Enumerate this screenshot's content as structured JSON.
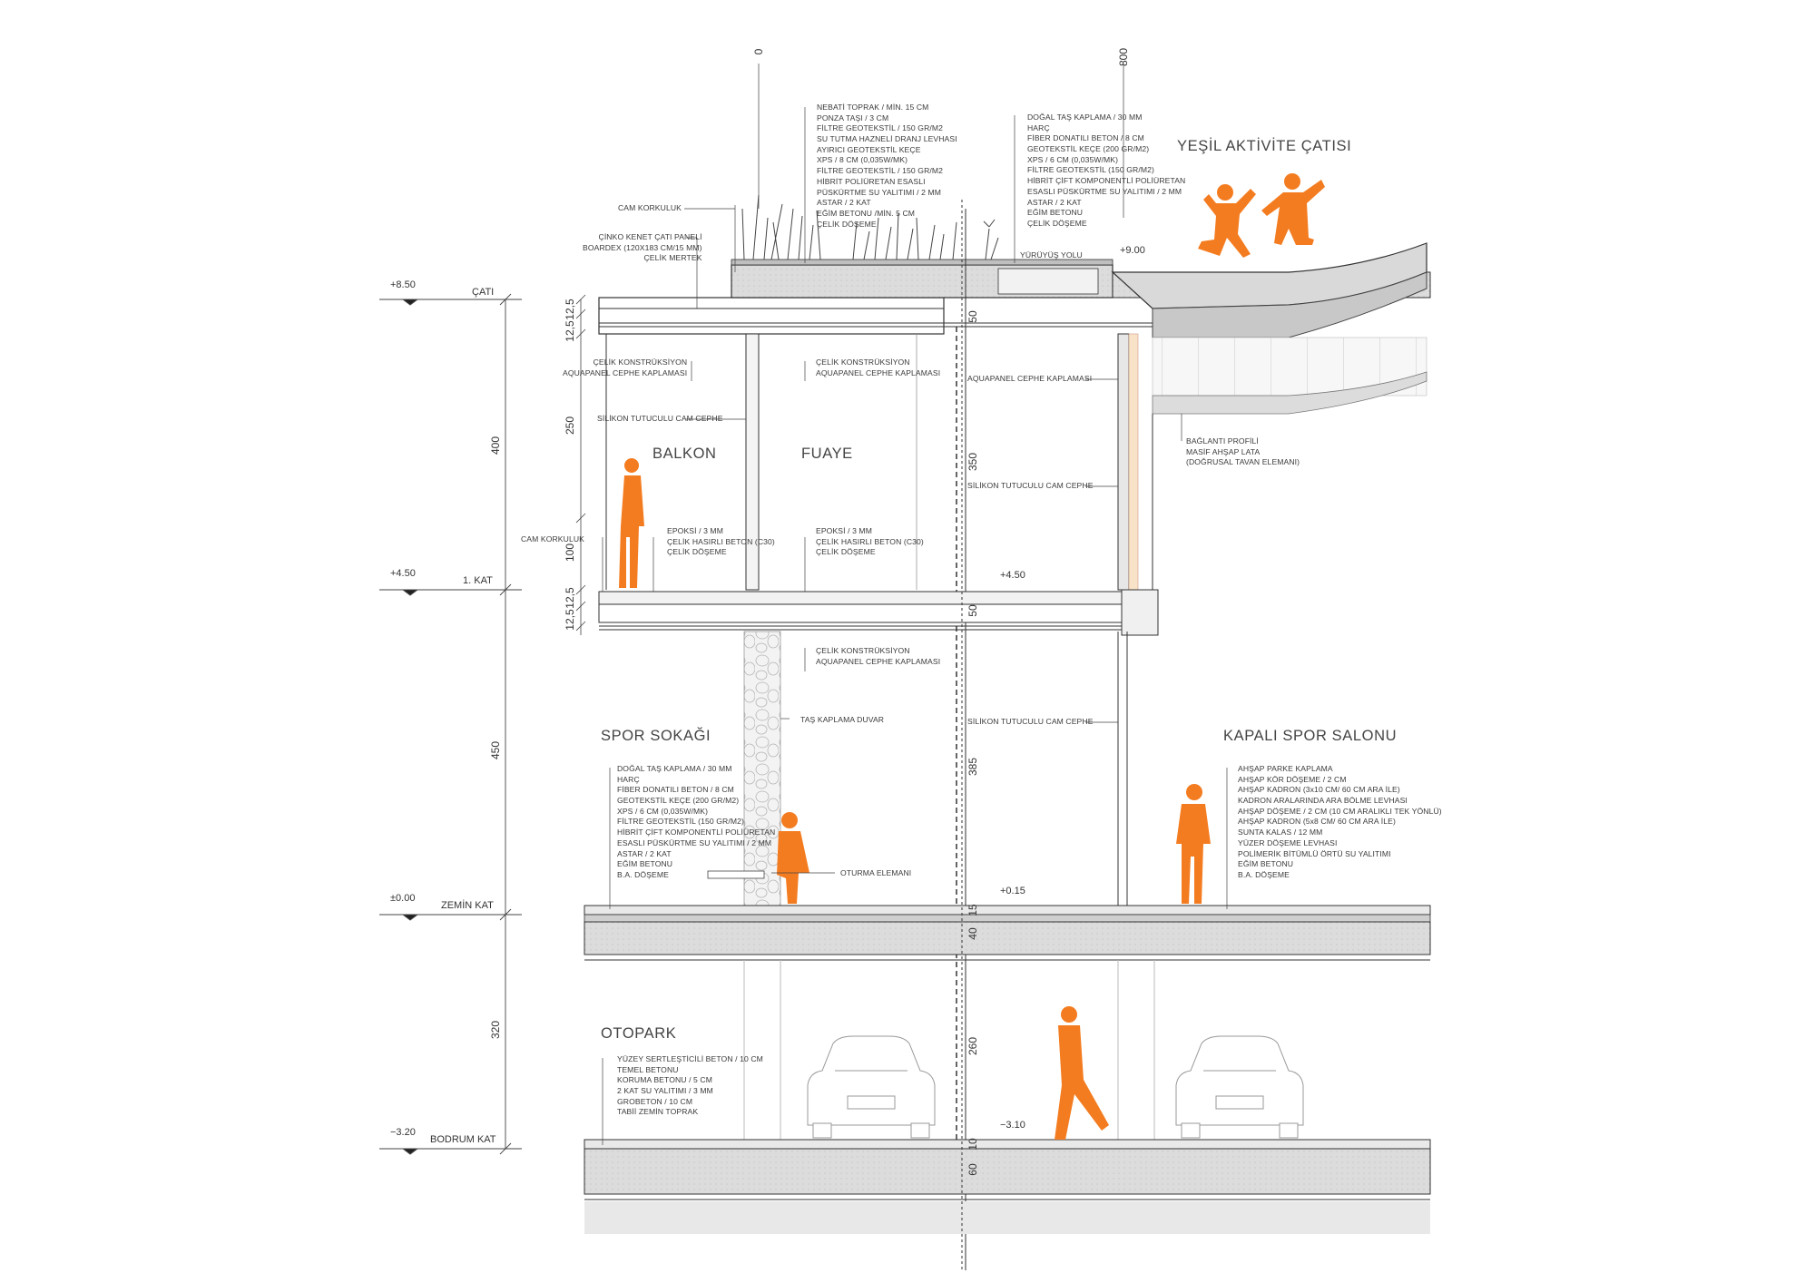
{
  "title_roof_activity": "YEŞİL AKTİVİTE ÇATISI",
  "rooms": {
    "balkon": "BALKON",
    "fuaye": "FUAYE",
    "spor_sokagi": "SPOR SOKAĞI",
    "kapali_spor_salonu": "KAPALI SPOR  SALONU",
    "otopark": "OTOPARK"
  },
  "levels": {
    "cati_value": "+8.50",
    "cati_name": "ÇATI",
    "kat1_value": "+4.50",
    "kat1_name": "1. KAT",
    "zemin_value": "±0.00",
    "zemin_name": "ZEMİN KAT",
    "bodrum_value": "−3.20",
    "bodrum_name": "BODRUM KAT"
  },
  "spot_levels": {
    "roof_walk": "+9.00",
    "floor1": "+4.50",
    "ground": "+0.15",
    "parking": "−3.10"
  },
  "grid_axes": {
    "axis_left": "0",
    "axis_right": "800"
  },
  "dimensions": {
    "overall": [
      "400",
      "450",
      "320"
    ],
    "left_stack": [
      "12,5",
      "12,5",
      "250",
      "100",
      "12,5",
      "12,5"
    ],
    "center_stack": [
      "50",
      "350",
      "50",
      "385",
      "15",
      "40",
      "260",
      "10",
      "60"
    ]
  },
  "notes": {
    "roof_green_layers": [
      "NEBATİ TOPRAK / MİN. 15 CM",
      "PONZA TAŞI / 3 CM",
      "FİLTRE GEOTEKSTİL / 150 GR/M2",
      "SU TUTMA HAZNELİ DRANJ LEVHASI",
      "AYIRICI GEOTEKSTİL KEÇE",
      "XPS / 8 CM (0,035W/MK)",
      "FİLTRE GEOTEKSTİL / 150 GR/M2",
      "HİBRİT POLİÜRETAN ESASLI",
      "PÜSKÜRTME SU YALITIMI / 2 MM",
      "ASTAR / 2 KAT",
      "EĞİM BETONU /MİN. 5 CM",
      "ÇELİK DÖŞEME"
    ],
    "roof_walk_layers": [
      "DOĞAL TAŞ KAPLAMA / 30 MM",
      "HARÇ",
      "FİBER DONATILI BETON / 8 CM",
      "GEOTEKSTİL KEÇE (200 GR/M2)",
      "XPS / 6 CM (0,035W/MK)",
      "FİLTRE GEOTEKSTİL (150 GR/M2)",
      "HİBRİT ÇİFT KOMPONENTLİ POLİÜRETAN",
      "ESASLI PÜSKÜRTME SU YALITIMI / 2 MM",
      "ASTAR / 2 KAT",
      "EĞİM BETONU",
      "ÇELİK DÖŞEME"
    ],
    "roof_edge": [
      "ÇİNKO KENET ÇATI PANELİ",
      "BOARDEX  (120X183 CM/15 MM)",
      "ÇELİK MERTEK"
    ],
    "cam_korkuluk_top": "CAM KORKULUK",
    "yuruyus_yolu": "YÜRÜYÜŞ YOLU",
    "celik_aquapanel_left": [
      "ÇELİK KONSTRÜKSİYON",
      "AQUAPANEL CEPHE KAPLAMASI"
    ],
    "celik_aquapanel_mid": [
      "ÇELİK KONSTRÜKSİYON",
      "AQUAPANEL CEPHE KAPLAMASI"
    ],
    "celik_aquapanel_lower": [
      "ÇELİK KONSTRÜKSİYON",
      "AQUAPANEL CEPHE KAPLAMASI"
    ],
    "aquapanel_right": "AQUAPANEL CEPHE KAPLAMASI",
    "silikon_left": "SİLİKON TUTUCULU CAM CEPHE",
    "silikon_mid_upper": "SİLİKON TUTUCULU CAM CEPHE",
    "silikon_mid_lower": "SİLİKON TUTUCULU CAM CEPHE",
    "baglanti": [
      "BAĞLANTI PROFİLİ",
      "MASİF AHŞAP LATA",
      "(DOĞRUSAL TAVAN ELEMANI)"
    ],
    "cam_korkuluk_balcony": "CAM KORKULUK",
    "epoksi_left": [
      "EPOKSİ / 3 MM",
      "ÇELİK HASIRLI BETON (C30)",
      "ÇELİK DÖŞEME"
    ],
    "epoksi_mid": [
      "EPOKSİ / 3 MM",
      "ÇELİK HASIRLI BETON (C30)",
      "ÇELİK DÖŞEME"
    ],
    "tas_kaplama": "TAŞ KAPLAMA DUVAR",
    "ground_left_layers": [
      "DOĞAL TAŞ KAPLAMA / 30 MM",
      "HARÇ",
      "FİBER DONATILI BETON / 8 CM",
      "GEOTEKSTİL KEÇE (200 GR/M2)",
      "XPS / 6 CM (0,035W/MK)",
      "FİLTRE GEOTEKSTİL (150 GR/M2)",
      "HİBRİT ÇİFT KOMPONENTLİ POLİÜRETAN",
      "ESASLI PÜSKÜRTME SU YALITIMI / 2 MM",
      "ASTAR / 2 KAT",
      "EĞİM BETONU",
      "B.A. DÖŞEME"
    ],
    "oturma": "OTURMA ELEMANI",
    "spor_floor_layers": [
      "AHŞAP PARKE KAPLAMA",
      "AHŞAP KÖR DÖŞEME / 2 CM",
      "AHŞAP KADRON (3x10 CM/ 60 CM ARA İLE)",
      "KADRON ARALARINDA ARA BÖLME LEVHASI",
      "AHŞAP DÖŞEME / 2 CM (10 CM ARALIKLI TEK YÖNLÜ)",
      "AHŞAP KADRON (5x8 CM/ 60 CM ARA İLE)",
      "SUNTA KALAS / 12 MM",
      "YÜZER DÖŞEME LEVHASI",
      "POLİMERİK BİTÜMLÜ ÖRTÜ SU YALITIMI",
      "EĞİM BETONU",
      "B.A. DÖŞEME"
    ],
    "parking_layers": [
      "YÜZEY SERTLEŞTİCİLİ BETON / 10 CM",
      "TEMEL BETONU",
      "KORUMA BETONU / 5 CM",
      "2 KAT SU YALITIMI / 3 MM",
      "GROBETON / 10 CM",
      "TABİİ ZEMİN TOPRAK"
    ]
  },
  "colors": {
    "figure": "#f47c20",
    "slab": "#d6d6d6",
    "line": "#3a3a3a",
    "wall": "#eeeeee"
  }
}
